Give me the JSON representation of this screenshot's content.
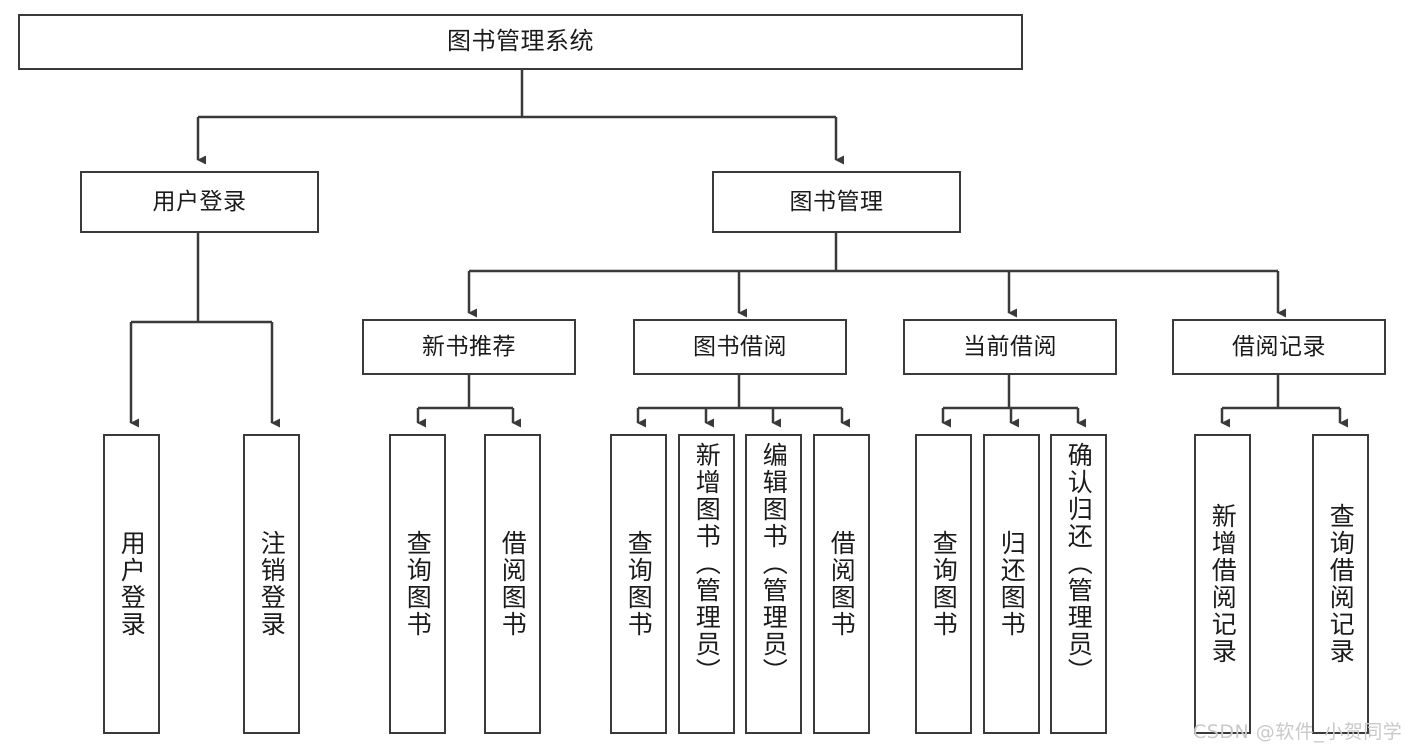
{
  "diagram": {
    "title": "图书管理系统",
    "type": "hierarchy-tree",
    "root": {
      "id": "root",
      "label": "图书管理系统"
    },
    "level2": [
      {
        "id": "user-login",
        "label": "用户登录"
      },
      {
        "id": "book-management",
        "label": "图书管理"
      }
    ],
    "level3": [
      {
        "id": "new-book-recommend",
        "label": "新书推荐"
      },
      {
        "id": "book-borrow",
        "label": "图书借阅"
      },
      {
        "id": "current-borrow",
        "label": "当前借阅"
      },
      {
        "id": "borrow-record",
        "label": "借阅记录"
      }
    ],
    "leaves": [
      {
        "id": "leaf-user-login",
        "label": "用户登录",
        "parent": "user-login"
      },
      {
        "id": "leaf-logout-login",
        "label": "注销登录",
        "parent": "user-login"
      },
      {
        "id": "leaf-query-book-1",
        "label": "查询图书",
        "parent": "new-book-recommend"
      },
      {
        "id": "leaf-borrow-book-1",
        "label": "借阅图书",
        "parent": "new-book-recommend"
      },
      {
        "id": "leaf-query-book-2",
        "label": "查询图书",
        "parent": "book-borrow"
      },
      {
        "id": "leaf-add-book",
        "label": "新增图书（管理员）",
        "parent": "book-borrow"
      },
      {
        "id": "leaf-edit-book",
        "label": "编辑图书（管理员）",
        "parent": "book-borrow"
      },
      {
        "id": "leaf-borrow-book-2",
        "label": "借阅图书",
        "parent": "book-borrow"
      },
      {
        "id": "leaf-query-book-3",
        "label": "查询图书",
        "parent": "current-borrow"
      },
      {
        "id": "leaf-return-book",
        "label": "归还图书",
        "parent": "current-borrow"
      },
      {
        "id": "leaf-confirm-return",
        "label": "确认归还（管理员）",
        "parent": "current-borrow"
      },
      {
        "id": "leaf-add-record",
        "label": "新增借阅记录",
        "parent": "borrow-record"
      },
      {
        "id": "leaf-query-record",
        "label": "查询借阅记录",
        "parent": "borrow-record"
      }
    ],
    "watermark": "CSDN @软件_小贺同学",
    "colors": {
      "stroke": "#3a3a3a",
      "background": "#ffffff",
      "text": "#1b1b1b",
      "watermark": "#c9c9c9"
    }
  }
}
